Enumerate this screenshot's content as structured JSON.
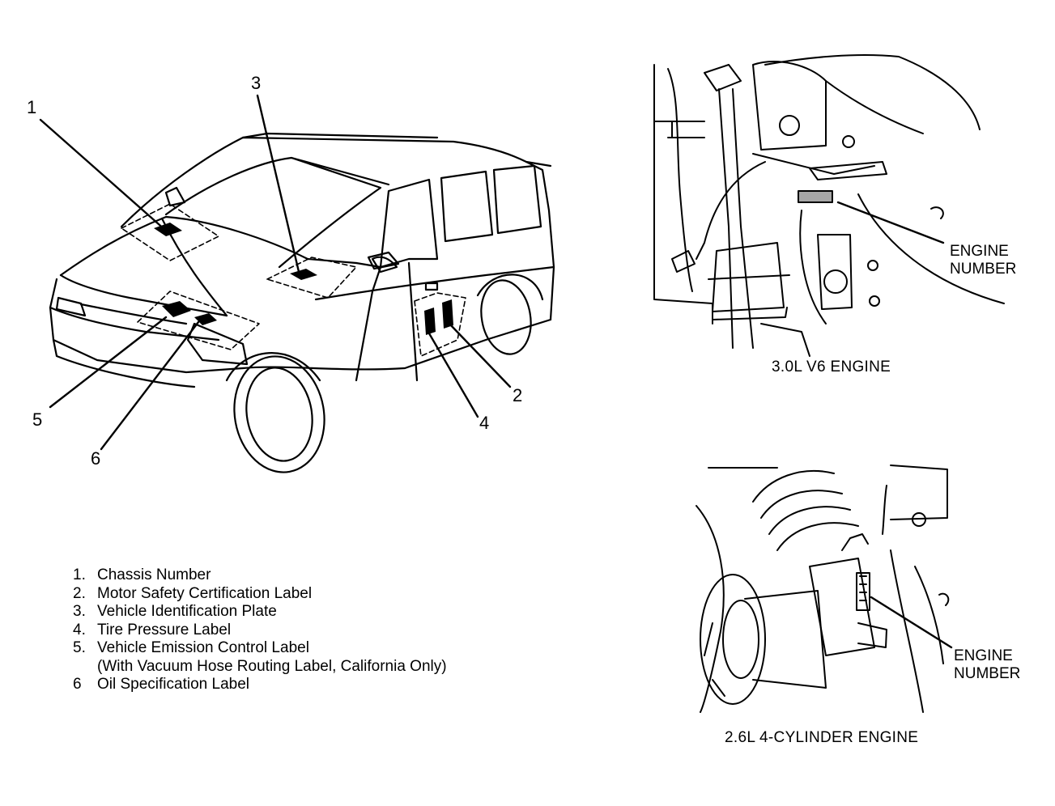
{
  "callouts": {
    "c1": "1",
    "c2": "2",
    "c3": "3",
    "c4": "4",
    "c5": "5",
    "c6": "6"
  },
  "legend": [
    {
      "num": "1.",
      "text": "Chassis Number"
    },
    {
      "num": "2.",
      "text": "Motor Safety Certification Label"
    },
    {
      "num": "3.",
      "text": "Vehicle Identification Plate"
    },
    {
      "num": "4.",
      "text": "Tire Pressure Label"
    },
    {
      "num": "5.",
      "text": "Vehicle Emission Control Label"
    },
    {
      "num": "",
      "text": "(With Vacuum Hose Routing Label, California Only)"
    },
    {
      "num": "6",
      "text": "Oil Specification Label"
    }
  ],
  "engine_v6": {
    "label_line1": "ENGINE",
    "label_line2": "NUMBER",
    "caption": "3.0L V6 ENGINE"
  },
  "engine_4cyl": {
    "label_line1": "ENGINE",
    "label_line2": "NUMBER",
    "caption": "2.6L 4-CYLINDER ENGINE"
  },
  "colors": {
    "ink": "#000000",
    "paper": "#ffffff"
  }
}
